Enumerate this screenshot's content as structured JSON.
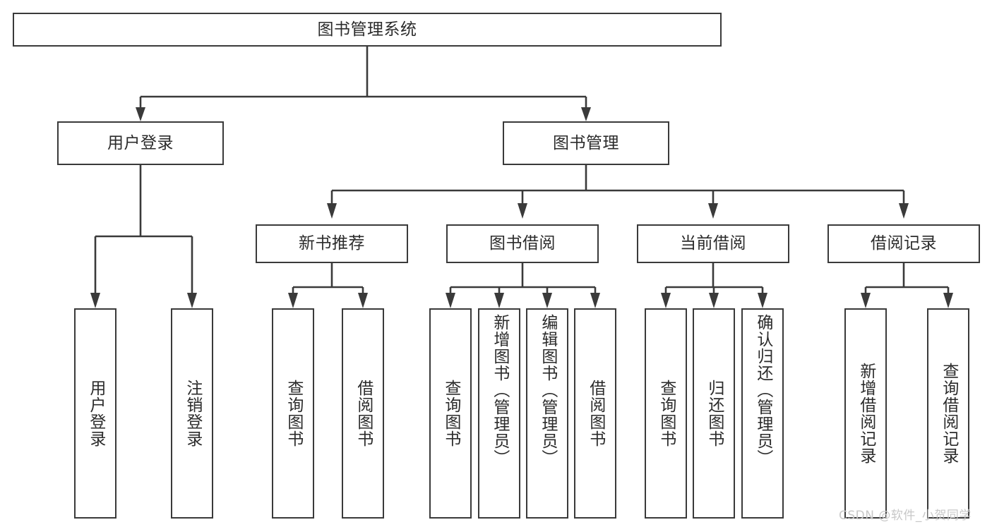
{
  "diagram": {
    "title": "图书管理系统",
    "type": "tree-hierarchy",
    "line_color": "#3a3a3a",
    "text_color": "#2b2b2b",
    "background": "#ffffff"
  },
  "nodes": {
    "root": {
      "label": "图书管理系统"
    },
    "level2": [
      {
        "label": "用户登录"
      },
      {
        "label": "图书管理"
      }
    ],
    "level3": [
      {
        "label": "新书推荐"
      },
      {
        "label": "图书借阅"
      },
      {
        "label": "当前借阅"
      },
      {
        "label": "借阅记录"
      }
    ],
    "leaves": {
      "user_login": [
        {
          "label": "用户登录"
        },
        {
          "label": "注销登录"
        }
      ],
      "new_book": [
        {
          "label": "查询图书"
        },
        {
          "label": "借阅图书"
        }
      ],
      "book_borrow": [
        {
          "label": "查询图书"
        },
        {
          "label": "新增图书（管理员）"
        },
        {
          "label": "编辑图书（管理员）"
        },
        {
          "label": "借阅图书"
        }
      ],
      "current_borrow": [
        {
          "label": "查询图书"
        },
        {
          "label": "归还图书"
        },
        {
          "label": "确认归还（管理员）"
        }
      ],
      "borrow_record": [
        {
          "label": "新增借阅记录"
        },
        {
          "label": "查询借阅记录"
        }
      ]
    }
  },
  "watermark": {
    "text": "CSDN @软件_小贺同学"
  }
}
